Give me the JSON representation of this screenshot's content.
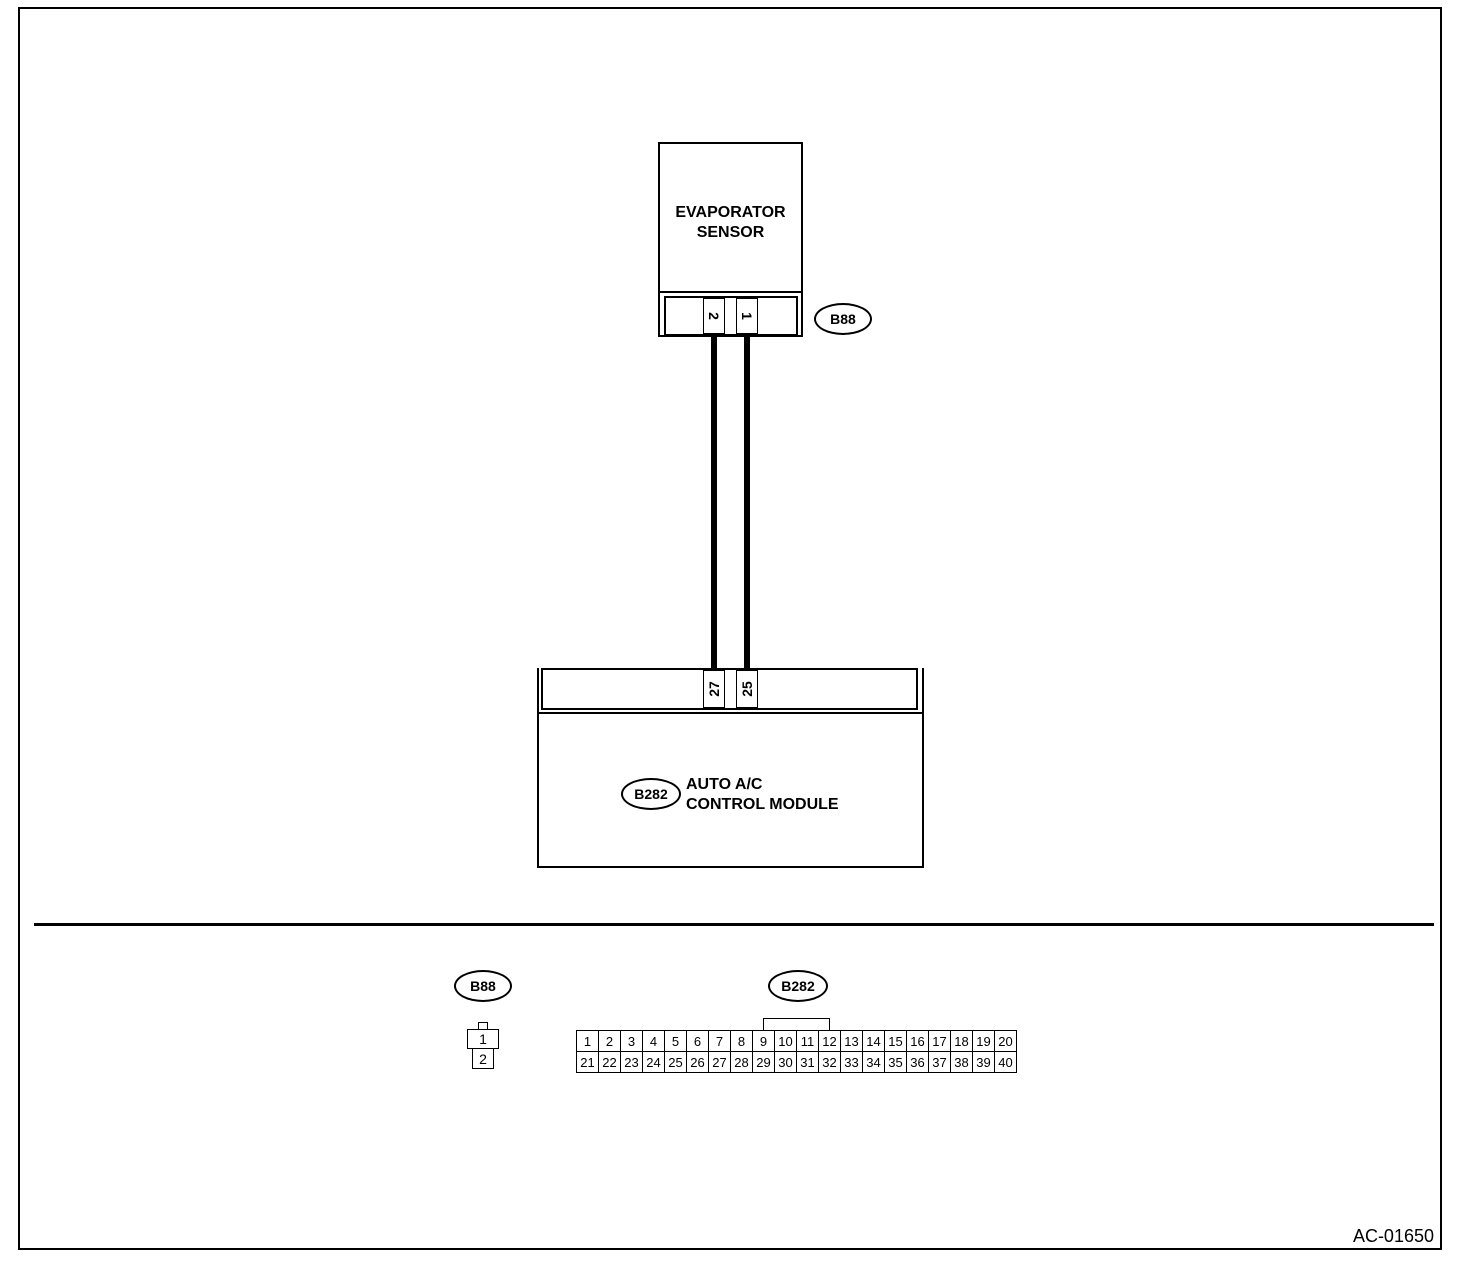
{
  "evaporator_sensor": {
    "label_line1": "EVAPORATOR",
    "label_line2": "SENSOR",
    "connector": "B88",
    "pins": [
      "2",
      "1"
    ]
  },
  "control_module": {
    "connector": "B282",
    "label_line1": "AUTO A/C",
    "label_line2": "CONTROL MODULE",
    "pins": [
      "27",
      "25"
    ]
  },
  "legend": {
    "b88": {
      "name": "B88",
      "pins": [
        "1",
        "2"
      ]
    },
    "b282": {
      "name": "B282",
      "row1": [
        "1",
        "2",
        "3",
        "4",
        "5",
        "6",
        "7",
        "8",
        "9",
        "10",
        "11",
        "12",
        "13",
        "14",
        "15",
        "16",
        "17",
        "18",
        "19",
        "20"
      ],
      "row2": [
        "21",
        "22",
        "23",
        "24",
        "25",
        "26",
        "27",
        "28",
        "29",
        "30",
        "31",
        "32",
        "33",
        "34",
        "35",
        "36",
        "37",
        "38",
        "39",
        "40"
      ]
    }
  },
  "figure_code": "AC-01650"
}
